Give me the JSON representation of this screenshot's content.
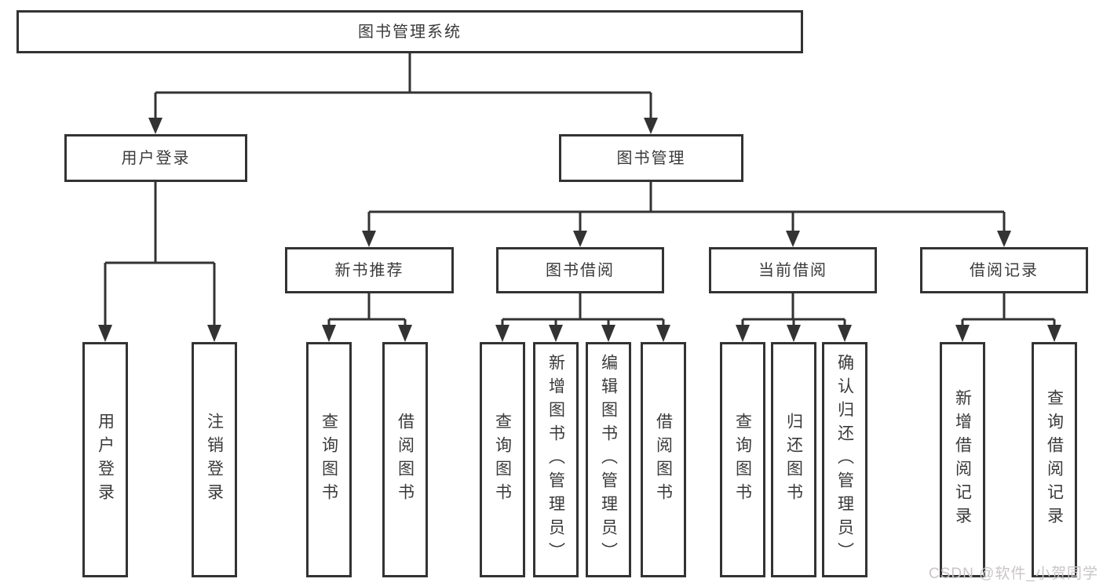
{
  "colors": {
    "line": "#333333",
    "text": "#3a3a3a",
    "box_bg": "#ffffff",
    "watermark": "#c9c5c5"
  },
  "diagram": {
    "root": {
      "label": "图书管理系统",
      "children": [
        {
          "label": "用户登录",
          "children": [
            {
              "label": "用户登录"
            },
            {
              "label": "注销登录"
            }
          ]
        },
        {
          "label": "图书管理",
          "children": [
            {
              "label": "新书推荐",
              "children": [
                {
                  "label": "查询图书"
                },
                {
                  "label": "借阅图书"
                }
              ]
            },
            {
              "label": "图书借阅",
              "children": [
                {
                  "label": "查询图书"
                },
                {
                  "label": "新增图书（管理员）"
                },
                {
                  "label": "编辑图书（管理员）"
                },
                {
                  "label": "借阅图书"
                }
              ]
            },
            {
              "label": "当前借阅",
              "children": [
                {
                  "label": "查询图书"
                },
                {
                  "label": "归还图书"
                },
                {
                  "label": "确认归还（管理员）"
                }
              ]
            },
            {
              "label": "借阅记录",
              "children": [
                {
                  "label": "新增借阅记录"
                },
                {
                  "label": "查询借阅记录"
                }
              ]
            }
          ]
        }
      ]
    }
  },
  "watermark": {
    "text": "CSDN @软件_小贺同学"
  }
}
